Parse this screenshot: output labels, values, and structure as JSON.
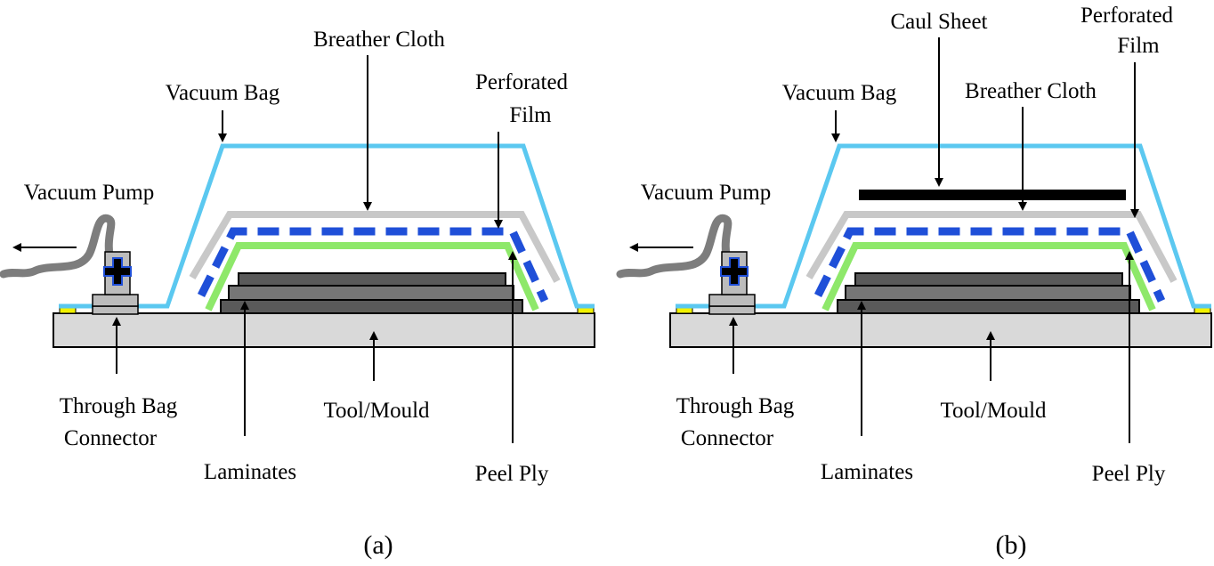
{
  "colors": {
    "vacuum_bag": "#5bc8f0",
    "breather_cloth": "#c8c8c8",
    "perforated_film": "#1f4fd8",
    "peel_ply": "#8ee86a",
    "laminate_dark": "#5a5a5a",
    "laminate_mid": "#767676",
    "tool_fill": "#d9d9d9",
    "sealant_tape": "#f2f200",
    "hose": "#7d7d7d",
    "caul_sheet": "#000000"
  },
  "panels": [
    {
      "caption": "(a)",
      "labels": {
        "vacuum_bag": "Vacuum Bag",
        "breather_cloth": "Breather Cloth",
        "perforated_film_1": "Perforated",
        "perforated_film_2": "Film",
        "vacuum_pump": "Vacuum Pump",
        "connector_1": "Through Bag",
        "connector_2": "Connector",
        "tool": "Tool/Mould",
        "laminates": "Laminates",
        "peel_ply": "Peel Ply"
      }
    },
    {
      "caption": "(b)",
      "labels": {
        "caul_sheet": "Caul Sheet",
        "vacuum_bag": "Vacuum Bag",
        "breather_cloth": "Breather Cloth",
        "perforated_film_1": "Perforated",
        "perforated_film_2": "Film",
        "vacuum_pump": "Vacuum Pump",
        "connector_1": "Through Bag",
        "connector_2": "Connector",
        "tool": "Tool/Mould",
        "laminates": "Laminates",
        "peel_ply": "Peel Ply"
      }
    }
  ]
}
